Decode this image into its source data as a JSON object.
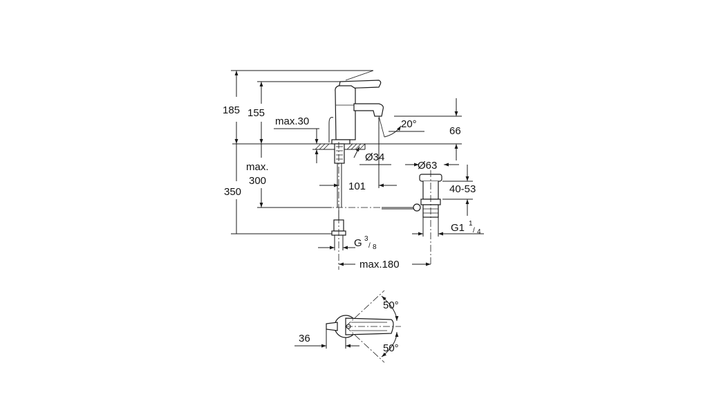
{
  "dimensions": {
    "total_height": "185",
    "spout_height": "155",
    "max_deck": "max.30",
    "spout_angle": "20°",
    "spout_clearance": "66",
    "hole_diameter": "Ø34",
    "waste_diameter": "Ø63",
    "max_label": "max.",
    "max_value": "300",
    "overall_height": "350",
    "spout_reach": "101",
    "waste_height": "40-53",
    "connection_prefix": "G",
    "connection_num": "3",
    "connection_den": "8",
    "waste_thread_prefix": "G1",
    "waste_thread_num": "1",
    "waste_thread_den": "4",
    "max_distance": "max.180",
    "handle_depth": "36",
    "rotation_up": "50°",
    "rotation_down": "50°"
  }
}
